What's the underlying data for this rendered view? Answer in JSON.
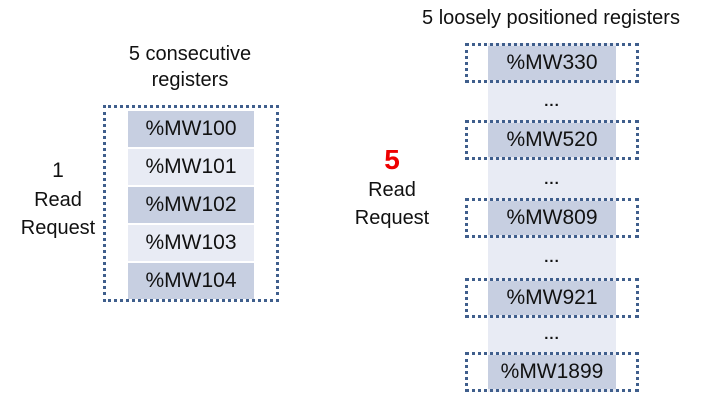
{
  "left": {
    "title": "5 consecutive registers",
    "request": {
      "count": "1",
      "word1": "Read",
      "word2": "Request"
    },
    "registers": [
      "%MW100",
      "%MW101",
      "%MW102",
      "%MW103",
      "%MW104"
    ]
  },
  "right": {
    "title": "5 loosely positioned registers",
    "request": {
      "count": "5",
      "word1": "Read",
      "word2": "Request"
    },
    "registers": [
      "%MW330",
      "%MW520",
      "%MW809",
      "%MW921",
      "%MW1899"
    ],
    "gap_ellipsis": "..."
  },
  "colors": {
    "border_col": "#3f5e8c",
    "cell_dark": "#c7cfe1",
    "cell_light": "#e8ebf4",
    "count_red": "#ee0000",
    "text_col": "#111111"
  }
}
